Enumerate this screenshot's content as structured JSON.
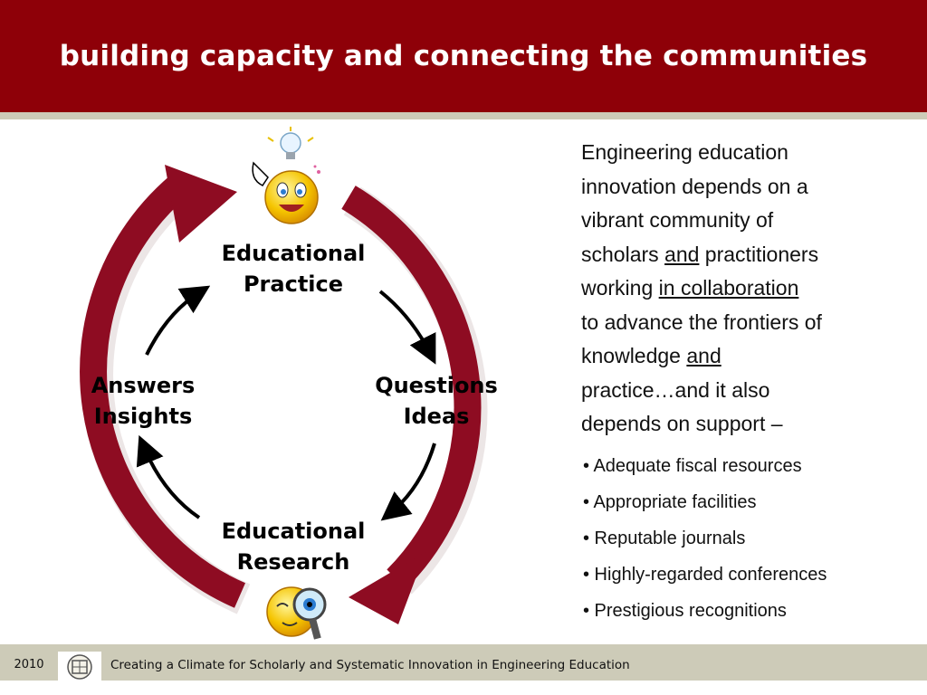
{
  "header": {
    "title": "building capacity and connecting the communities"
  },
  "diagram": {
    "nodes": {
      "top": [
        "Educational",
        "Practice"
      ],
      "right": [
        "Questions",
        "Ideas"
      ],
      "bottom": [
        "Educational",
        "Research"
      ],
      "left": [
        "Answers",
        "Insights"
      ]
    },
    "icons": {
      "top": "smiley-lightbulb-icon",
      "bottom": "smiley-magnifier-icon"
    },
    "arrow_color": "#8e0008"
  },
  "sidebar_text": {
    "line1": "Engineering education",
    "line2": "innovation depends on a",
    "line3": "vibrant community of",
    "line4_a": "scholars ",
    "line4_u": "and",
    "line4_b": " practitioners",
    "line5_a": "working ",
    "line5_u": "in collaboration",
    "line6": "to advance the frontiers of",
    "line7_a": "knowledge ",
    "line7_u": "and",
    "line8": "practice…and it also",
    "line9": "depends on support –"
  },
  "bullets": [
    "• Adequate fiscal resources",
    "• Appropriate facilities",
    "• Reputable journals",
    "• Highly-regarded conferences",
    "• Prestigious recognitions"
  ],
  "footer": {
    "year": "2010",
    "caption": "Creating a Climate for Scholarly and Systematic Innovation in Engineering Education",
    "logo_icon": "asee-logo-icon"
  }
}
